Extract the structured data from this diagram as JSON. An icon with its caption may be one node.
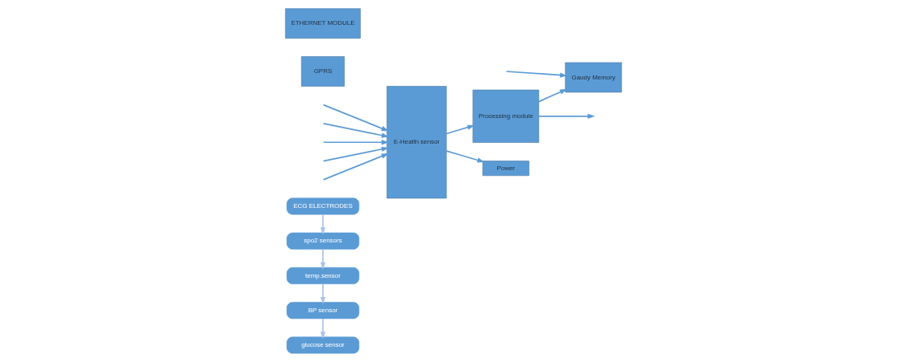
{
  "diagram": {
    "nodes": [
      {
        "text": [
          "ECG ELECTRODES"
        ]
      },
      {
        "text": [
          "spo2 sensors"
        ]
      },
      {
        "text": [
          "temp.sensor"
        ]
      },
      {
        "text": [
          "BP sensor"
        ]
      },
      {
        "text": [
          "glucose sensor"
        ]
      },
      {
        "text": [
          "E-Health sensor"
        ]
      },
      {
        "text": [
          "Processing module"
        ]
      },
      {
        "text": [
          "GPRS"
        ]
      },
      {
        "text": [
          "ETHERNET MODULE"
        ]
      },
      {
        "text": [
          "Gaudy Memory"
        ]
      },
      {
        "text": [
          "Power"
        ]
      }
    ],
    "edges": [
      {
        "from": 0,
        "to": 1,
        "arrow": "to",
        "color": "#a9c4e6"
      },
      {
        "from": 1,
        "to": 2,
        "arrow": "to",
        "color": "#a9c4e6"
      },
      {
        "from": 2,
        "to": 3,
        "arrow": "to",
        "color": "#a9c4e6"
      },
      {
        "from": 3,
        "to": 4,
        "arrow": "to",
        "color": "#a9c4e6"
      },
      {
        "from": null,
        "to": 5,
        "arrow": "to"
      },
      {
        "from": null,
        "to": 5,
        "arrow": "to"
      },
      {
        "from": null,
        "to": 5,
        "arrow": "to"
      },
      {
        "from": null,
        "to": 5,
        "arrow": "to"
      },
      {
        "from": null,
        "to": 5,
        "arrow": "to"
      },
      {
        "from": 5,
        "to": 10,
        "arrow": "to"
      },
      {
        "from": 5,
        "to": 6,
        "arrow": "to"
      },
      {
        "from": 6,
        "to": null,
        "arrow": "to"
      },
      {
        "from": 6,
        "to": 9,
        "arrow": "to"
      },
      {
        "from": null,
        "to": 9,
        "arrow": "to"
      }
    ]
  }
}
